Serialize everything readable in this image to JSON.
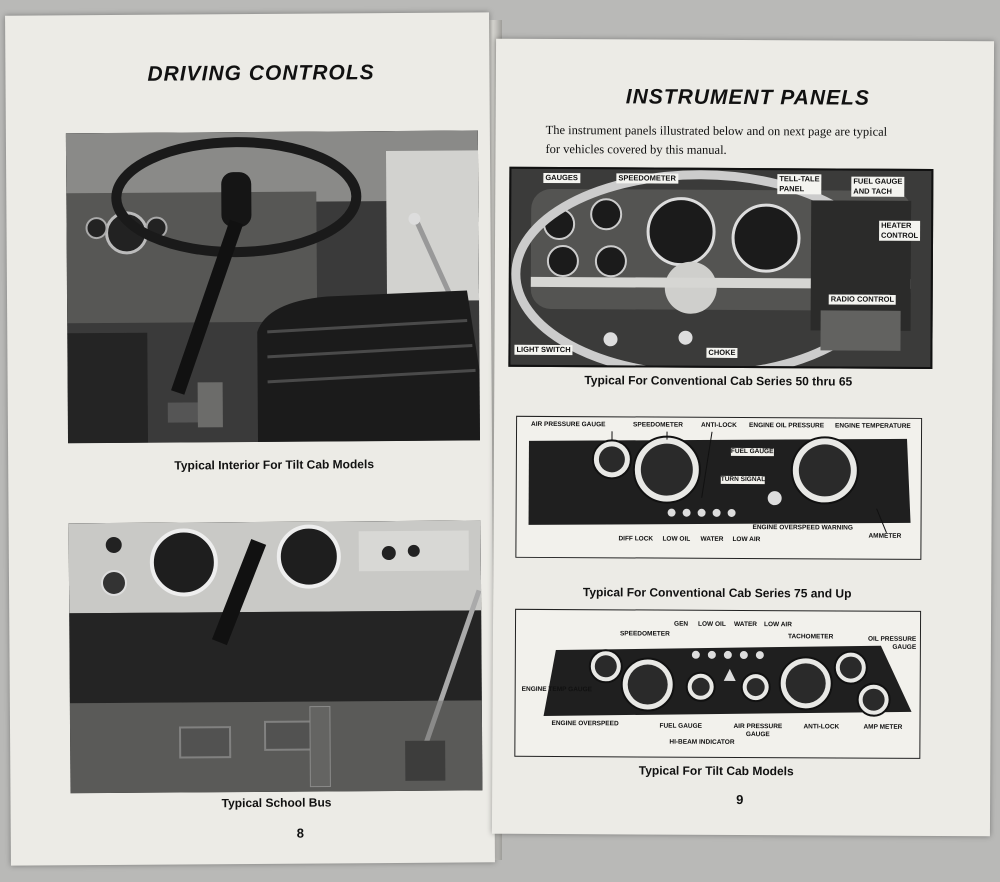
{
  "left_page": {
    "title": "DRIVING CONTROLS",
    "caption_top": "Typical Interior For Tilt Cab Models",
    "caption_bottom": "Typical School Bus",
    "page_number": "8"
  },
  "right_page": {
    "title": "INSTRUMENT PANELS",
    "intro_line1": "The instrument panels illustrated below and on next page are typical",
    "intro_line2": "for vehicles covered by this manual.",
    "page_number": "9",
    "panel1": {
      "caption": "Typical For Conventional Cab Series 50 thru 65",
      "labels": {
        "gauges": "GAUGES",
        "speedometer": "SPEEDOMETER",
        "tell_tale_1": "TELL-TALE",
        "tell_tale_2": "PANEL",
        "fuel_gauge_1": "FUEL GAUGE",
        "fuel_gauge_2": "AND TACH",
        "heater_1": "HEATER",
        "heater_2": "CONTROL",
        "radio": "RADIO CONTROL",
        "light_switch": "LIGHT SWITCH",
        "choke": "CHOKE"
      }
    },
    "panel2": {
      "caption": "Typical For Conventional Cab Series 75 and Up",
      "labels": {
        "air_pressure": "AIR PRESSURE GAUGE",
        "speedometer": "SPEEDOMETER",
        "anti_lock": "ANTI-LOCK",
        "engine_oil": "ENGINE OIL PRESSURE",
        "engine_temp": "ENGINE TEMPERATURE",
        "fuel_gauge": "FUEL GAUGE",
        "turn_signal": "TURN SIGNAL",
        "diff_lock": "DIFF LOCK",
        "low_oil": "LOW OIL",
        "water": "WATER",
        "low_air": "LOW AIR",
        "overspeed": "ENGINE OVERSPEED WARNING",
        "ammeter": "AMMETER"
      }
    },
    "panel3": {
      "caption": "Typical For Tilt Cab Models",
      "labels": {
        "speedometer": "SPEEDOMETER",
        "gen": "GEN",
        "low_oil": "LOW OIL",
        "water": "WATER",
        "low_air": "LOW AIR",
        "tachometer": "TACHOMETER",
        "oil_pressure_1": "OIL PRESSURE",
        "oil_pressure_2": "GAUGE",
        "engine_temp": "ENGINE TEMP GAUGE",
        "engine_overspeed": "ENGINE OVERSPEED",
        "fuel_gauge": "FUEL GAUGE",
        "air_pressure_1": "AIR PRESSURE",
        "air_pressure_2": "GAUGE",
        "anti_lock": "ANTI-LOCK",
        "amp_meter": "AMP METER",
        "hi_beam": "HI-BEAM INDICATOR"
      }
    }
  }
}
